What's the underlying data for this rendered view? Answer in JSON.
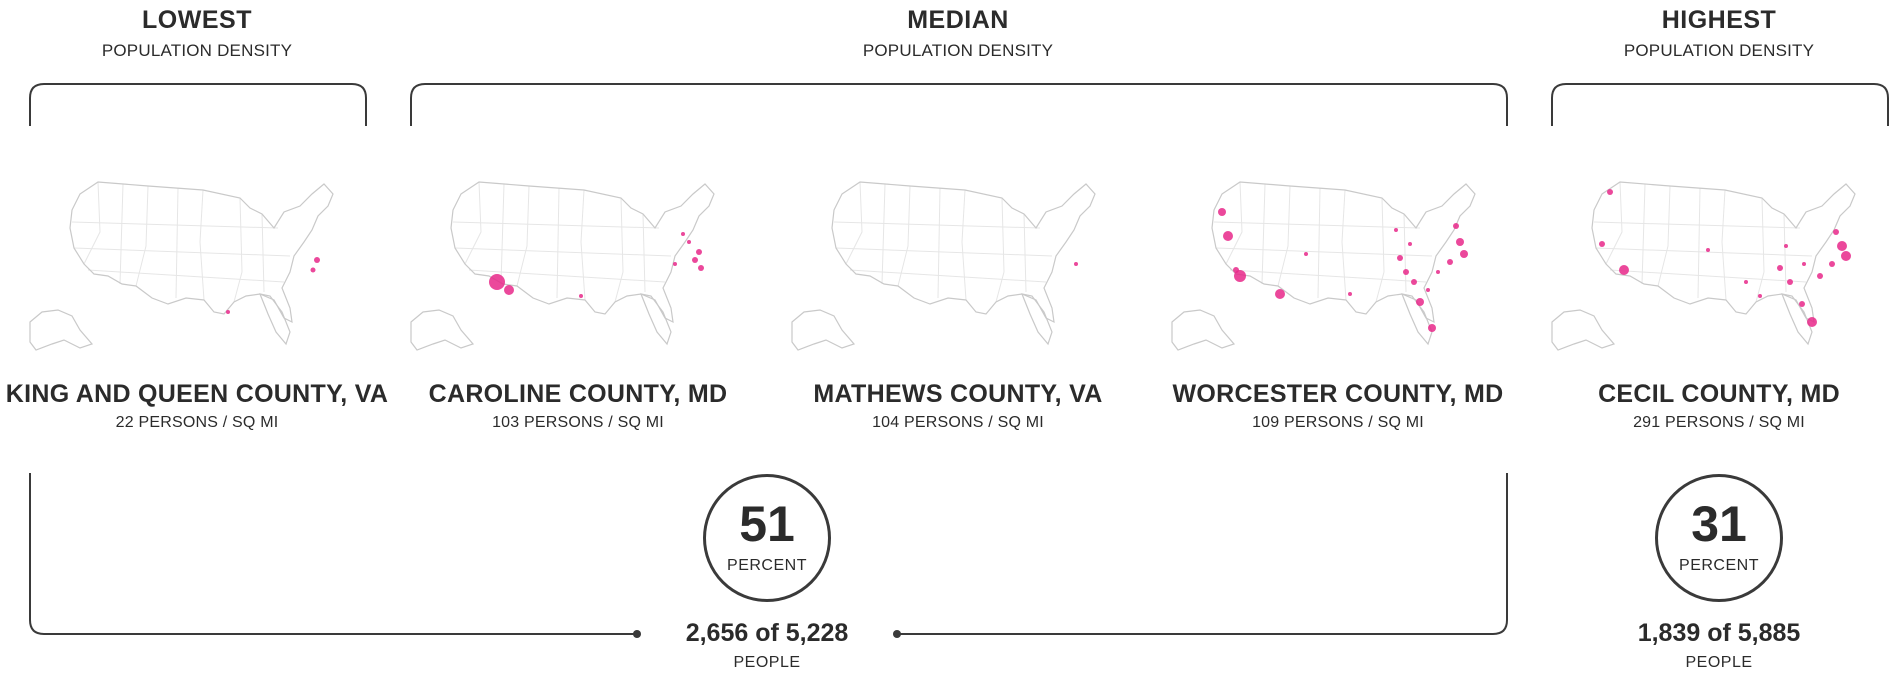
{
  "headers": {
    "lowest": {
      "title": "LOWEST",
      "subtitle": "POPULATION DENSITY"
    },
    "median": {
      "title": "MEDIAN",
      "subtitle": "POPULATION DENSITY"
    },
    "highest": {
      "title": "HIGHEST",
      "subtitle": "POPULATION DENSITY"
    }
  },
  "counties": [
    {
      "name": "KING AND QUEEN COUNTY, VA",
      "density": "22 PERSONS / SQ MI"
    },
    {
      "name": "CAROLINE COUNTY, MD",
      "density": "103 PERSONS / SQ MI"
    },
    {
      "name": "MATHEWS COUNTY, VA",
      "density": "104 PERSONS / SQ MI"
    },
    {
      "name": "WORCESTER COUNTY, MD",
      "density": "109 PERSONS / SQ MI"
    },
    {
      "name": "CECIL COUNTY, MD",
      "density": "291 PERSONS / SQ MI"
    }
  ],
  "stats": [
    {
      "percent": "51",
      "percent_label": "PERCENT",
      "count": "2,656 of 5,228",
      "count_label": "PEOPLE"
    },
    {
      "percent": "31",
      "percent_label": "PERCENT",
      "count": "1,839 of 5,885",
      "count_label": "PEOPLE"
    }
  ],
  "colors": {
    "line": "#3a3a3a",
    "map_outline": "#c9c9c9",
    "map_grid": "#e6e6e6",
    "highlight": "#e8288a"
  }
}
